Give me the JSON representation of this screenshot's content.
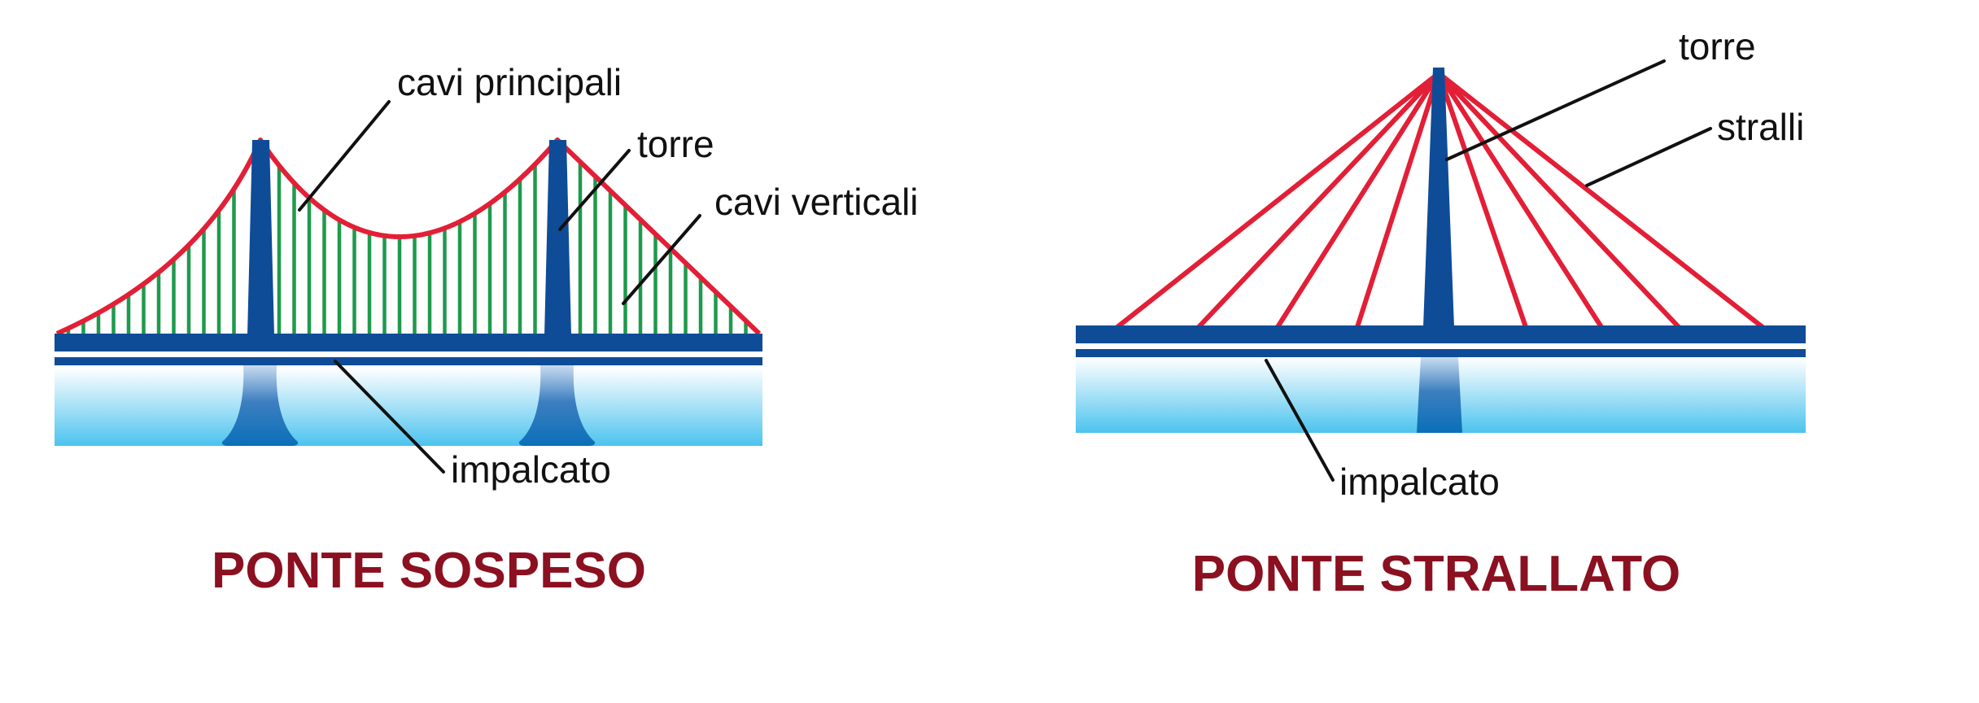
{
  "colors": {
    "structure": "#0f4c97",
    "main_cable": "#e21f36",
    "hangers": "#1e9a4c",
    "title": "#8b1020",
    "leader": "#111111",
    "water_top": "#ffffff",
    "water_bottom": "#4cc3ee"
  },
  "suspension": {
    "labels": {
      "main_cables": "cavi principali",
      "tower": "torre",
      "hangers": "cavi verticali",
      "deck": "impalcato"
    },
    "title": "PONTE SOSPESO"
  },
  "cable_stayed": {
    "labels": {
      "tower": "torre",
      "stays": "stralli",
      "deck": "impalcato"
    },
    "title": "PONTE STRALLATO"
  }
}
